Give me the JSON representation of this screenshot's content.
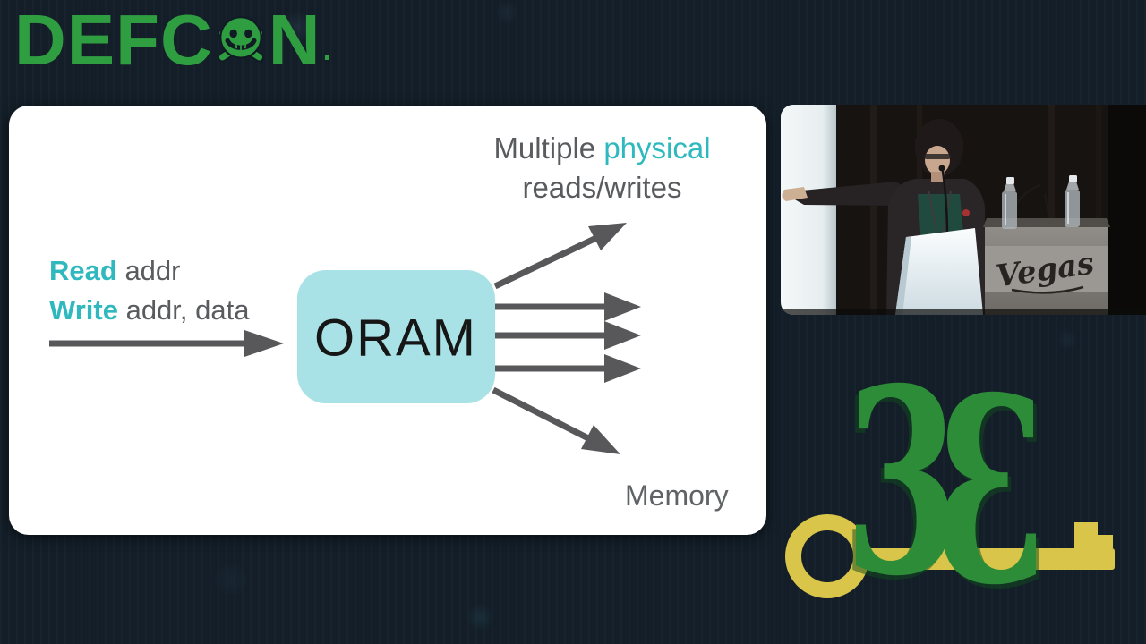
{
  "colors": {
    "background": "#131e28",
    "defcon_green": "#2f9e41",
    "slide_teal": "#2fb9be",
    "slide_gray": "#595b5e",
    "oram_fill": "#a9e2e6",
    "arrow_gray": "#58585a",
    "dc33_green": "#2d8c38",
    "key_yellow": "#d9c549"
  },
  "header": {
    "logo_left": "DEFC",
    "logo_right": "N",
    "logo_dot": ".",
    "logo_o_icon": "skull-crossbones-icon"
  },
  "slide": {
    "heading_line1_prefix": "Multiple",
    "heading_line1_highlight": "physical",
    "heading_line2": "reads/writes",
    "read_keyword": "Read",
    "read_args": "addr",
    "write_keyword": "Write",
    "write_args": "addr, data",
    "oram_label": "ORAM",
    "memory_label": "Memory"
  },
  "webcam": {
    "podium_brand": "Vegas"
  },
  "event_logo": {
    "numeral_left": "3",
    "numeral_right": "3",
    "key_icon": "skeleton-key-icon"
  }
}
